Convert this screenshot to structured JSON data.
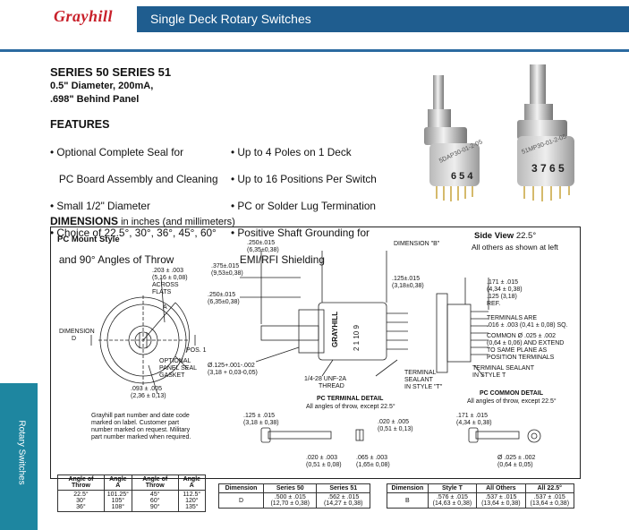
{
  "header": {
    "logo": "Grayhill",
    "title": "Single Deck Rotary Switches"
  },
  "intro": {
    "series": "SERIES 50  SERIES 51",
    "spec_line1": "0.5\" Diameter, 200mA,",
    "spec_line2": ".698\" Behind Panel"
  },
  "features": {
    "heading": "FEATURES",
    "left": [
      "• Optional Complete Seal for",
      "   PC Board Assembly and Cleaning",
      "• Small 1/2\" Diameter",
      "• Choice of 22.5°, 30°, 36°, 45°, 60°",
      "   and 90° Angles of Throw"
    ],
    "right": [
      "• Up to 4 Poles on 1 Deck",
      "• Up to 16 Positions Per Switch",
      "• PC or Solder Lug Termination",
      "• Positive Shaft Grounding for",
      "   EMI/RFI Shielding"
    ]
  },
  "dimensions": {
    "heading": "DIMENSIONS",
    "units": "in inches (and millimeters)",
    "pc_mount": "PC Mount Style",
    "side_view": "Side View",
    "side_view_angle": "22.5°",
    "side_view_note": "All others as shown at left",
    "labels": {
      "d203": ".203 ± .003",
      "d203mm": "(5,16 ± 0,08)",
      "across": "ACROSS",
      "flats": "FLATS",
      "a": "A",
      "dimension": "DIMENSION",
      "d": "D",
      "pos1": "POS. 1",
      "optional": "OPTIONAL",
      "panel_seal": "PANEL SEAL",
      "gasket": "GASKET",
      "d093": ".093 ± .005",
      "d093mm": "(2,36 ± 0,13)",
      "d250a": ".250±.015",
      "d250amm": "(6,35±0,38)",
      "d375": ".375±.015",
      "d375mm": "(9,53±0,38)",
      "d250b": ".250±.015",
      "d250bmm": "(6,35±0,38)",
      "dimb": "DIMENSION \"B\"",
      "d125": ".125±.015",
      "d125mm": "(3,18±0,38)",
      "shaft": "Ø.125+.001-.002",
      "shaftmm": "(3,18 + 0,03-0,05)",
      "thread": "1/4-28 UNF-2A",
      "thread2": "THREAD",
      "term_seal": "TERMINAL",
      "term_seal2": "SEALANT",
      "term_seal3": "IN STYLE \"T\"",
      "body_brand": "GRAYHILL",
      "body_num": "2 1 10 9",
      "d171": ".171 ± .015",
      "d171mm": "(4,34 ± 0,38)",
      "d125r": ".125 (3,18)",
      "ref": "REF.",
      "terms_are": "TERMINALS ARE",
      "terms_sq": ".016 ± .003 (0,41 ± 0,08) SQ.",
      "common": "COMMON Ø .025 ± .002",
      "common2": "(0,64 ± 0,06) AND EXTEND",
      "common3": "TO SAME PLANE AS",
      "common4": "POSITION TERMINALS",
      "ts_t": "TERMINAL SEALANT",
      "ts_t2": "IN STYLE T",
      "pcterm": "PC TERMINAL DETAIL",
      "pcterm_note": "All angles of throw, except 22.5°",
      "pcc": "PC COMMON DETAIL",
      "pcc_note": "All angles of throw, except 22.5°",
      "t125": ".125 ± .015",
      "t125mm": "(3,18 ± 0,38)",
      "t020a": ".020 ± .005",
      "t020amm": "(0,51 ± 0,13)",
      "t020b": ".020 ± .003",
      "t020bmm": "(0,51 ± 0,08)",
      "t065": ".065 ± .003",
      "t065mm": "(1,65± 0,08)",
      "c171": ".171 ± .015",
      "c171mm": "(4,34 ± 0,38)",
      "c025": "Ø .025 ± .002",
      "c025mm": "(0,64 ± 0,05)",
      "note1": "Grayhill part number and date code",
      "note2": "marked on label. Customer part",
      "note3": "number marked on request. Military",
      "note4": "part number marked when required."
    },
    "angle_table": {
      "headers": [
        "Angle of Throw",
        "Angle A",
        "Angle of Throw",
        "Angle A"
      ],
      "rows": [
        [
          "22.5°",
          "101.25°",
          "45°",
          "112.5°"
        ],
        [
          "30°",
          "105°",
          "60°",
          "120°"
        ],
        [
          "36°",
          "108°",
          "90°",
          "135°"
        ]
      ]
    },
    "d_table": {
      "headers": [
        "Dimension",
        "Series 50",
        "Series 51"
      ],
      "row": [
        "D",
        ".500 ± .015\n(12,70 ± 0,38)",
        ".562 ± .015\n(14,27 ± 0,38)"
      ]
    },
    "b_table": {
      "headers": [
        "Dimension",
        "Style T",
        "All Others",
        "All 22.5°"
      ],
      "row": [
        "B",
        ".576 ± .015\n(14,63 ± 0,38)",
        ".537 ± .015\n(13,64 ± 0,38)",
        ".537 ± .015\n(13,64 ± 0,38)"
      ]
    }
  },
  "side_tab": "Rotary Switches",
  "colors": {
    "title_bar": "#1f5d8f",
    "logo": "#c8202a",
    "side_tab": "#1e86a0"
  }
}
